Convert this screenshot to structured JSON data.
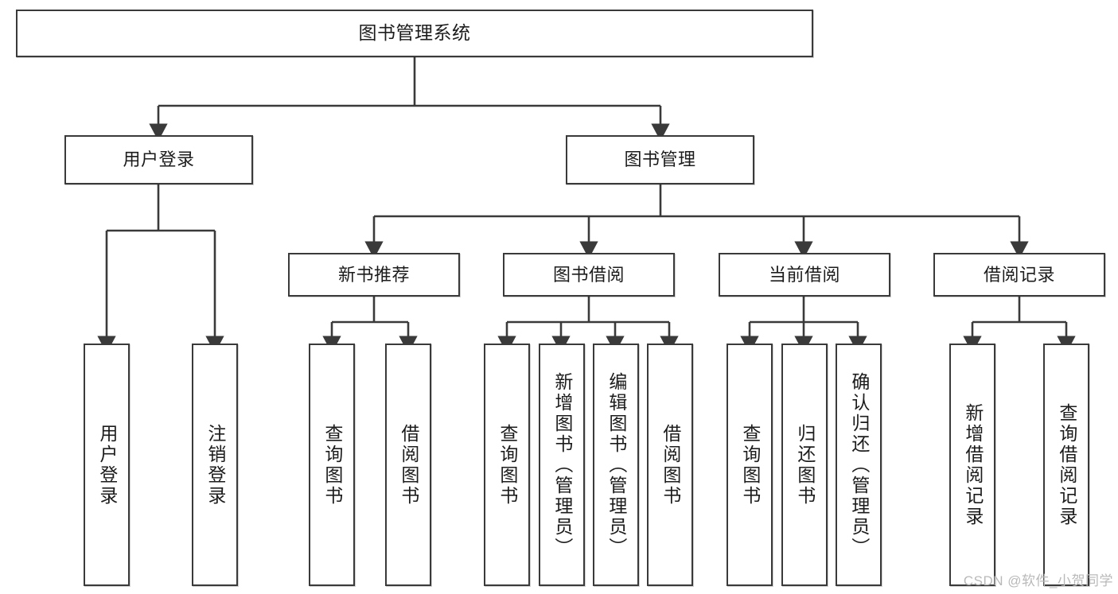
{
  "diagram": {
    "title": "图书管理系统",
    "type": "hierarchy-tree",
    "levels": 4,
    "nodes": [
      {
        "id": "root",
        "label": "图书管理系统",
        "level": 0,
        "orientation": "horizontal"
      },
      {
        "id": "login",
        "label": "用户登录",
        "level": 1,
        "orientation": "horizontal",
        "parent": "root"
      },
      {
        "id": "bookmgmt",
        "label": "图书管理",
        "level": 1,
        "orientation": "horizontal",
        "parent": "root"
      },
      {
        "id": "newbook",
        "label": "新书推荐",
        "level": 2,
        "orientation": "horizontal",
        "parent": "bookmgmt"
      },
      {
        "id": "borrow",
        "label": "图书借阅",
        "level": 2,
        "orientation": "horizontal",
        "parent": "bookmgmt"
      },
      {
        "id": "current",
        "label": "当前借阅",
        "level": 2,
        "orientation": "horizontal",
        "parent": "bookmgmt"
      },
      {
        "id": "records",
        "label": "借阅记录",
        "level": 2,
        "orientation": "horizontal",
        "parent": "bookmgmt"
      },
      {
        "id": "leaf1",
        "label": "用户登录",
        "level": 3,
        "orientation": "vertical",
        "parent": "login"
      },
      {
        "id": "leaf2",
        "label": "注销登录",
        "level": 3,
        "orientation": "vertical",
        "parent": "login"
      },
      {
        "id": "leaf3",
        "label": "查询图书",
        "level": 3,
        "orientation": "vertical",
        "parent": "newbook"
      },
      {
        "id": "leaf4",
        "label": "借阅图书",
        "level": 3,
        "orientation": "vertical",
        "parent": "newbook"
      },
      {
        "id": "leaf5",
        "label": "查询图书",
        "level": 3,
        "orientation": "vertical",
        "parent": "borrow"
      },
      {
        "id": "leaf6",
        "label": "新增图书（管理员）",
        "level": 3,
        "orientation": "vertical",
        "parent": "borrow"
      },
      {
        "id": "leaf7",
        "label": "编辑图书（管理员）",
        "level": 3,
        "orientation": "vertical",
        "parent": "borrow"
      },
      {
        "id": "leaf8",
        "label": "借阅图书",
        "level": 3,
        "orientation": "vertical",
        "parent": "borrow"
      },
      {
        "id": "leaf9",
        "label": "查询图书",
        "level": 3,
        "orientation": "vertical",
        "parent": "current"
      },
      {
        "id": "leaf10",
        "label": "归还图书",
        "level": 3,
        "orientation": "vertical",
        "parent": "current"
      },
      {
        "id": "leaf11",
        "label": "确认归还（管理员）",
        "level": 3,
        "orientation": "vertical",
        "parent": "current"
      },
      {
        "id": "leaf12",
        "label": "新增借阅记录",
        "level": 3,
        "orientation": "vertical",
        "parent": "records"
      },
      {
        "id": "leaf13",
        "label": "查询借阅记录",
        "level": 3,
        "orientation": "vertical",
        "parent": "records"
      }
    ]
  },
  "watermark": {
    "text": "CSDN @软件_小贺同学"
  },
  "colors": {
    "border": "#3a3a3a",
    "text": "#1c1c1c",
    "background": "#ffffff",
    "watermark": "#b9b9b9"
  }
}
